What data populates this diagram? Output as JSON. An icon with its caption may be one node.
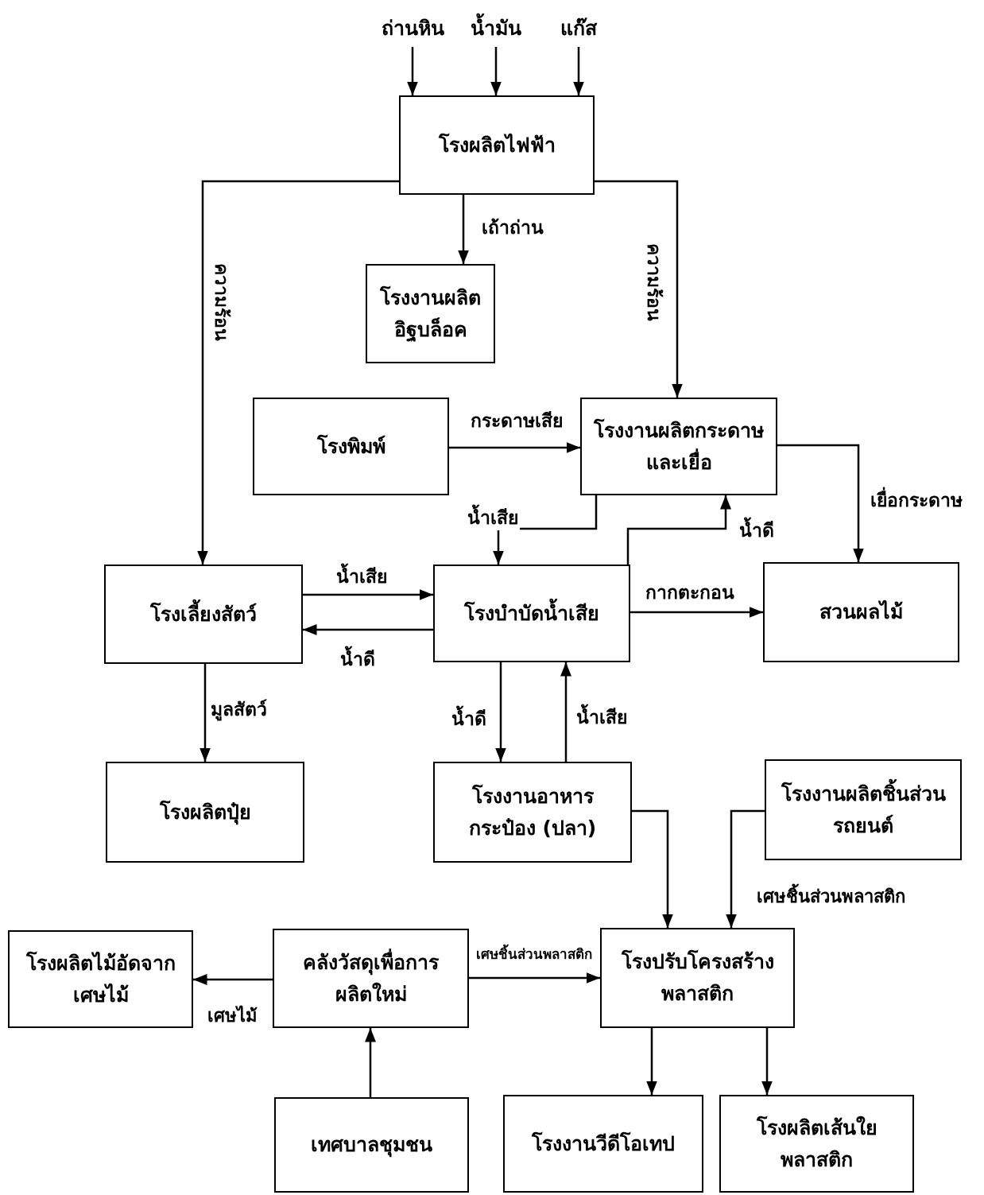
{
  "diagram": {
    "nodes": [
      {
        "text": [
          "ถ่านหิน"
        ]
      },
      {
        "text": [
          "น้ำมัน"
        ]
      },
      {
        "text": [
          "แก๊ส"
        ]
      },
      {
        "text": [
          "โรงผลิตไฟฟ้า"
        ]
      },
      {
        "text": [
          "โรงงานผลิตอิฐบล็อค"
        ]
      },
      {
        "text": [
          "โรงพิมพ์"
        ]
      },
      {
        "text": [
          "โรงงานผลิตกระดาษและเยื่อ"
        ]
      },
      {
        "text": [
          "โรงเลี้ยงสัตว์"
        ]
      },
      {
        "text": [
          "โรงบำบัดน้ำเสีย"
        ]
      },
      {
        "text": [
          "สวนผลไม้"
        ]
      },
      {
        "text": [
          "โรงผลิตปุ๋ย"
        ]
      },
      {
        "text": [
          "โรงงานอาหารกระป๋อง (ปลา)"
        ]
      },
      {
        "text": [
          "โรงงานผลิตชิ้นส่วนรถยนต์"
        ]
      },
      {
        "text": [
          "โรงผลิตไม้อัดจากเศษไม้"
        ]
      },
      {
        "text": [
          "คลังวัสดุเพื่อการผลิตใหม่"
        ]
      },
      {
        "text": [
          "โรงปรับโครงสร้างพลาสติก"
        ]
      },
      {
        "text": [
          "เทศบาลชุมชน"
        ]
      },
      {
        "text": [
          "โรงงานวีดีโอเทป"
        ]
      },
      {
        "text": [
          "โรงผลิตเส้นใยพลาสติก"
        ]
      }
    ],
    "edges": [
      {
        "from": 0,
        "to": 3,
        "arrow": "to"
      },
      {
        "from": 1,
        "to": 3,
        "arrow": "to"
      },
      {
        "from": 2,
        "to": 3,
        "arrow": "to"
      },
      {
        "from": 3,
        "to": 7,
        "arrow": "to",
        "label": "ความร้อน"
      },
      {
        "from": 3,
        "to": 4,
        "arrow": "to",
        "label": "เถ้าถ่าน"
      },
      {
        "from": 3,
        "to": 6,
        "arrow": "to",
        "label": "ความร้อน"
      },
      {
        "from": 5,
        "to": 6,
        "arrow": "to",
        "label": "กระดาษเสีย"
      },
      {
        "from": 6,
        "to": 8,
        "arrow": "to",
        "label": "น้ำเสีย"
      },
      {
        "from": 8,
        "to": 6,
        "arrow": "to",
        "label": "น้ำดี"
      },
      {
        "from": 6,
        "to": 9,
        "arrow": "to",
        "label": "เยื่อกระดาษ"
      },
      {
        "from": 7,
        "to": 8,
        "arrow": "to",
        "label": "น้ำเสีย"
      },
      {
        "from": 8,
        "to": 7,
        "arrow": "to",
        "label": "น้ำดี"
      },
      {
        "from": 8,
        "to": 9,
        "arrow": "to",
        "label": "กากตะกอน"
      },
      {
        "from": 7,
        "to": 10,
        "arrow": "to",
        "label": "มูลสัตว์"
      },
      {
        "from": 8,
        "to": 11,
        "arrow": "to",
        "label": "น้ำดี"
      },
      {
        "from": 11,
        "to": 8,
        "arrow": "to",
        "label": "น้ำเสีย"
      },
      {
        "from": 11,
        "to": 15,
        "arrow": "to"
      },
      {
        "from": 12,
        "to": 15,
        "arrow": "to",
        "label": "เศษชิ้นส่วนพลาสติก"
      },
      {
        "from": 14,
        "to": 15,
        "arrow": "to",
        "label": "เศษชิ้นส่วนพลาสติก"
      },
      {
        "from": 14,
        "to": 13,
        "arrow": "to",
        "label": "เศษไม้"
      },
      {
        "from": 16,
        "to": 14,
        "arrow": "to"
      },
      {
        "from": 15,
        "to": 17,
        "arrow": "to"
      },
      {
        "from": 15,
        "to": 18,
        "arrow": "to"
      }
    ]
  }
}
